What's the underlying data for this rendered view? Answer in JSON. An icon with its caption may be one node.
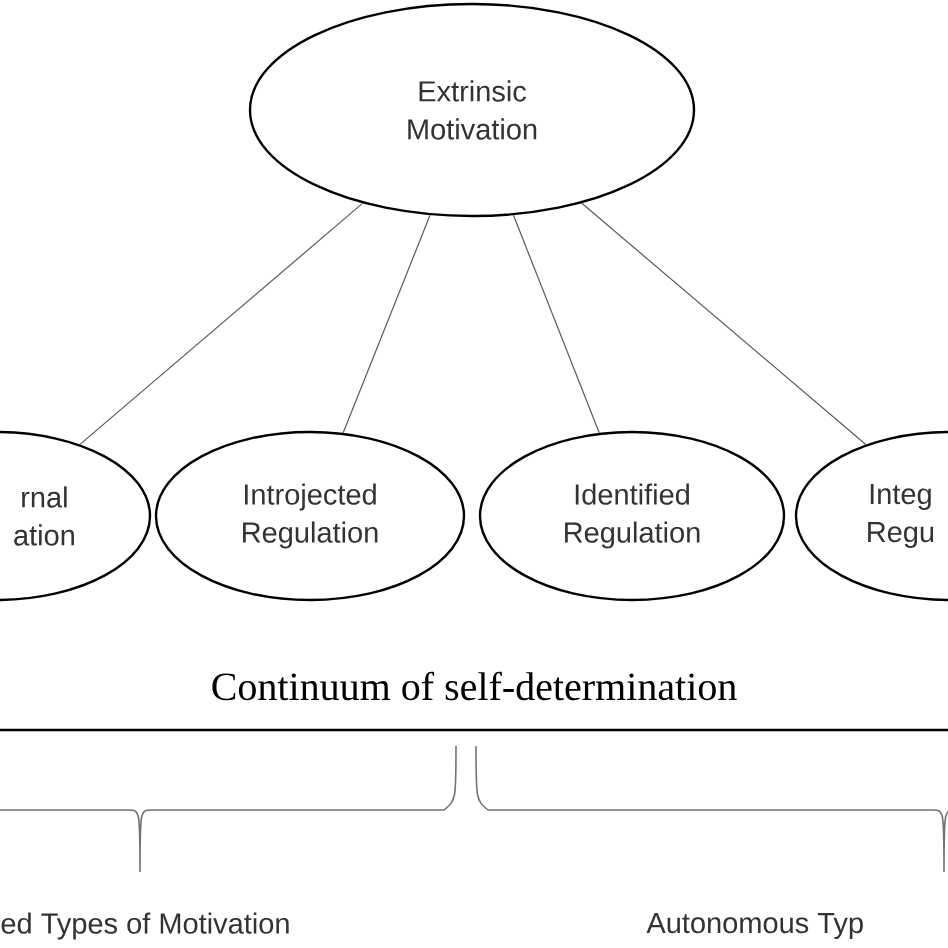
{
  "diagram": {
    "nodes": [
      {
        "text": [
          "Extrinsic Motivation"
        ]
      },
      {
        "text": [
          "rnal ation"
        ]
      },
      {
        "text": [
          "Introjected Regulation"
        ]
      },
      {
        "text": [
          "Identified Regulation"
        ]
      },
      {
        "text": [
          "Integ Regu"
        ]
      }
    ],
    "edges": [
      {
        "from": 0,
        "to": 1,
        "arrow": "none"
      },
      {
        "from": 0,
        "to": 2,
        "arrow": "none"
      },
      {
        "from": 0,
        "to": 3,
        "arrow": "none"
      },
      {
        "from": 0,
        "to": 4,
        "arrow": "none"
      }
    ],
    "labels": [
      "Continuum of self-determination",
      "ed Types of Motivation",
      "Autonomous Typ"
    ]
  }
}
